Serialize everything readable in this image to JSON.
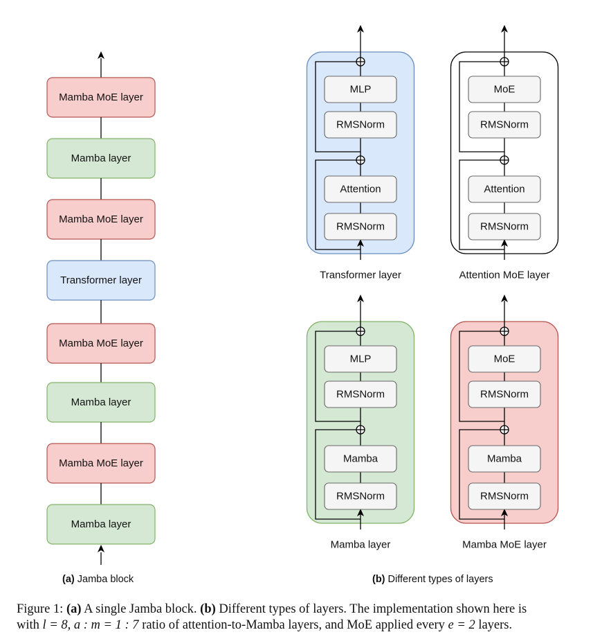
{
  "block_a": {
    "layers": [
      {
        "label": "Mamba MoE layer",
        "kind": "mamba_moe"
      },
      {
        "label": "Mamba layer",
        "kind": "mamba"
      },
      {
        "label": "Mamba MoE layer",
        "kind": "mamba_moe"
      },
      {
        "label": "Transformer layer",
        "kind": "transformer"
      },
      {
        "label": "Mamba MoE layer",
        "kind": "mamba_moe"
      },
      {
        "label": "Mamba layer",
        "kind": "mamba"
      },
      {
        "label": "Mamba MoE layer",
        "kind": "mamba_moe"
      },
      {
        "label": "Mamba layer",
        "kind": "mamba"
      }
    ],
    "caption_tag": "(a)",
    "caption_text": "Jamba block"
  },
  "layer_types": [
    {
      "title": "Transformer layer",
      "style": "transformer",
      "top_module": "MLP",
      "norm_top": "RMSNorm",
      "mixer": "Attention",
      "norm_bottom": "RMSNorm"
    },
    {
      "title": "Attention MoE layer",
      "style": "attention_moe",
      "top_module": "MoE",
      "norm_top": "RMSNorm",
      "mixer": "Attention",
      "norm_bottom": "RMSNorm"
    },
    {
      "title": "Mamba layer",
      "style": "mamba",
      "top_module": "MLP",
      "norm_top": "RMSNorm",
      "mixer": "Mamba",
      "norm_bottom": "RMSNorm"
    },
    {
      "title": "Mamba MoE layer",
      "style": "mamba_moe",
      "top_module": "MoE",
      "norm_top": "RMSNorm",
      "mixer": "Mamba",
      "norm_bottom": "RMSNorm"
    }
  ],
  "caption_b": {
    "tag": "(b)",
    "text": "Different types of layers"
  },
  "figure_caption": {
    "label": "Figure 1:",
    "a_tag": "(a)",
    "a_text": "A single Jamba block.",
    "b_tag": "(b)",
    "b_text": "Different types of layers. The implementation shown here is",
    "line2_with": "with",
    "math_l": "l = 8",
    "comma1": ",",
    "math_am": "a : m = 1 : 7",
    "ratio_text": "ratio of attention-to-Mamba layers, and MoE applied every",
    "math_e": "e = 2",
    "end_text": "layers."
  },
  "colors": {
    "transformer": "#dae8fc",
    "mamba": "#d5e8d4",
    "mamba_moe": "#f8cecc",
    "attention_moe": "#ffffff",
    "module_fill": "#f5f5f5",
    "module_stroke": "#666666"
  }
}
